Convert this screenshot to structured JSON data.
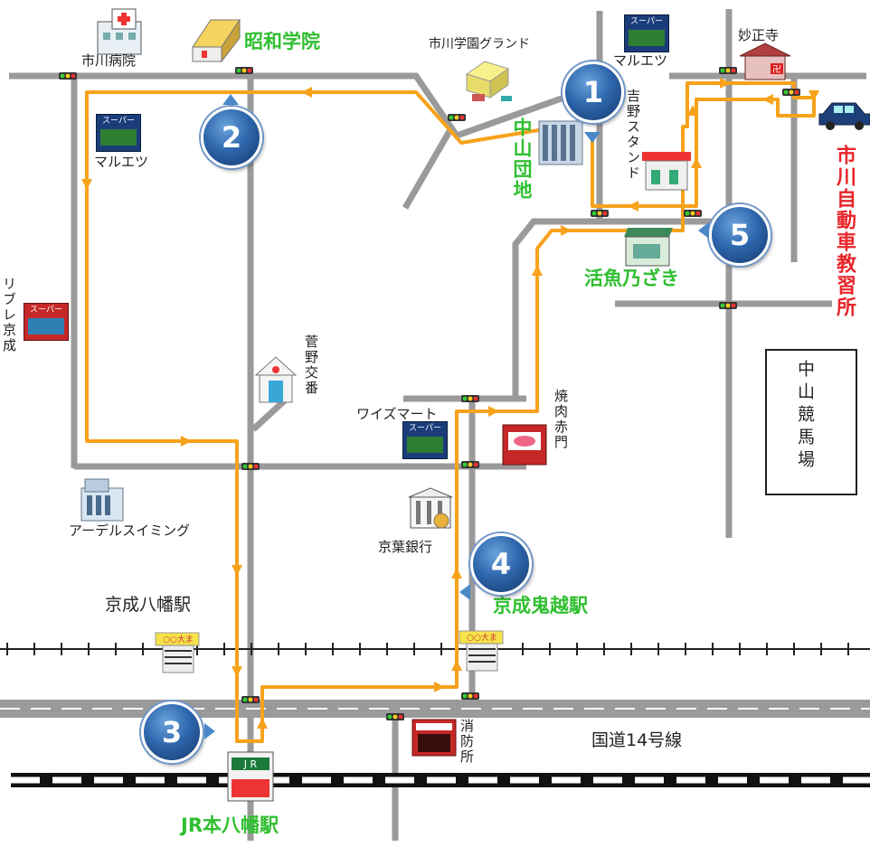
{
  "labels": {
    "hospital": "市川病院",
    "showa": "昭和学院",
    "grand": "市川学園グランド",
    "maruetsu_top": "マルエツ",
    "myoshoji": "妙正寺",
    "maruetsu_left": "マルエツ",
    "yoshino": "吉野スタンド",
    "nakayama_danchi": "中山団地",
    "driving_school": "市川自動車教習所",
    "ikeuo": "活魚乃ざき",
    "rifure": "リブレ京成",
    "sugano_koban": "菅野交番",
    "nakayama_keiba": "中山競馬場",
    "waizu": "ワイズマート",
    "yakiniku": "焼肉赤門",
    "aderu": "アーデルスイミング",
    "keiyo_bank": "京葉銀行",
    "keisei_onigoe": "京成鬼越駅",
    "keisei_yawata": "京成八幡駅",
    "fire_station": "消防所",
    "route14": "国道14号線",
    "jr_motoyawata": "JR本八幡駅",
    "super_sign": "スーパー",
    "oomachi_sign": "○○大ま"
  },
  "markers": [
    "1",
    "2",
    "3",
    "4",
    "5"
  ],
  "colors": {
    "road": "#9a9a9a",
    "route": "#f7a21b",
    "green_text": "#2fbf2f",
    "red_text": "#e8262b",
    "marker_blue": "#2f67ad"
  }
}
